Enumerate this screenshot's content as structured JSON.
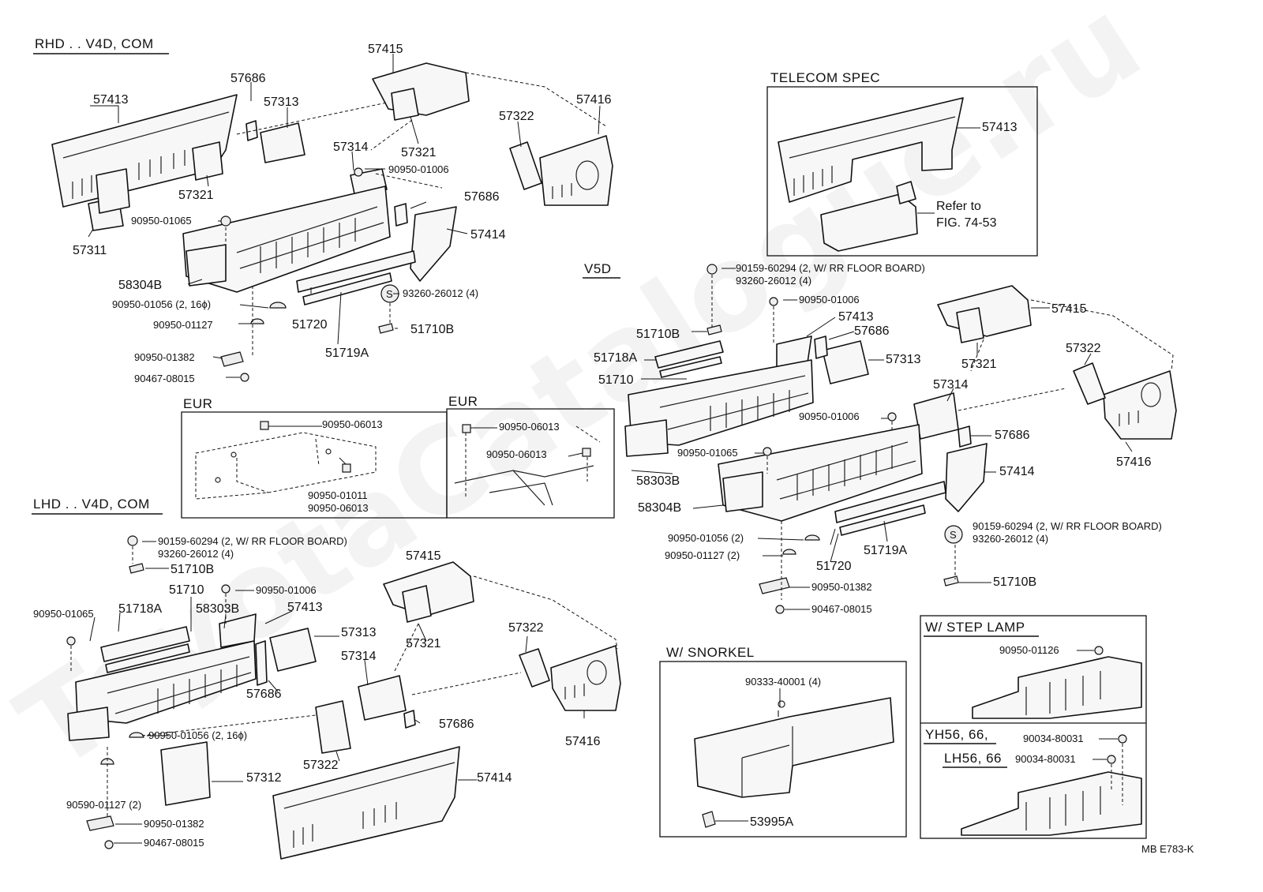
{
  "watermark": "ToyotaCatalogue.ru",
  "figure_code": "MB  E783-K",
  "sections": {
    "rhd": "RHD . . V4D, COM",
    "lhd": "LHD . . V4D, COM",
    "v5d": "V5D",
    "telecom": "TELECOM SPEC",
    "eur1": "EUR",
    "eur2": "EUR",
    "snorkel": "W/ SNORKEL",
    "step_lamp": "W/ STEP  LAMP",
    "yh": "YH56, 66,",
    "lh": "LH56, 66"
  },
  "rhd_labels": {
    "p57415": "57415",
    "p57686a": "57686",
    "p57413": "57413",
    "p57313": "57313",
    "p57416": "57416",
    "p57322": "57322",
    "p57321a": "57321",
    "p57314": "57314",
    "f90950_01006": "90950-01006",
    "p57321b": "57321",
    "p57686b": "57686",
    "f90950_01065": "90950-01065",
    "p57414": "57414",
    "p57311": "57311",
    "p58304b": "58304B",
    "f93260": "93260-26012 (4)",
    "f90950_01056": "90950-01056 (2, 16ϕ)",
    "f90950_01127": "90950-01127",
    "p51720": "51720",
    "p51710b": "51710B",
    "f90950_01382": "90950-01382",
    "p51719a": "51719A",
    "f90467": "90467-08015"
  },
  "telecom_labels": {
    "p57413": "57413",
    "refer1": "Refer to",
    "refer2": "FIG. 74-53"
  },
  "eur_labels": {
    "a1": "90950-06013",
    "a2": "90950-01011",
    "a3": "90950-06013",
    "b1": "90950-06013",
    "b2": "90950-06013"
  },
  "v5d_labels": {
    "f90159": "90159-60294 (2, W/ RR  FLOOR  BOARD)",
    "f93260": "93260-26012 (4)",
    "f90950_01006a": "90950-01006",
    "p57413": "57413",
    "p57415": "57415",
    "p51710b": "51710B",
    "p57686a": "57686",
    "p51718a": "51718A",
    "p57313": "57313",
    "p57322": "57322",
    "p57321": "57321",
    "p51710": "51710",
    "p57314": "57314",
    "f90950_01006b": "90950-01006",
    "p57686b": "57686",
    "p57416": "57416",
    "f90950_01065": "90950-01065",
    "p58303b": "58303B",
    "p57414": "57414",
    "p58304b": "58304B",
    "f90159b": "90159-60294 (2, W/ RR  FLOOR  BOARD)",
    "f90950_01056": "90950-01056 (2)",
    "f93260b": "93260-26012 (4)",
    "p51719a": "51719A",
    "f90950_01127": "90950-01127 (2)",
    "p51720": "51720",
    "p51710b2": "51710B",
    "f90950_01382": "90950-01382",
    "f90467": "90467-08015"
  },
  "lhd_labels": {
    "f90159": "90159-60294 (2, W/ RR  FLOOR  BOARD)",
    "f93260": "93260-26012 (4)",
    "p57415": "57415",
    "p51710b": "51710B",
    "p51710": "51710",
    "f90950_01006": "90950-01006",
    "f90950_01065": "90950-01065",
    "p51718a": "51718A",
    "p58303b": "58303B",
    "p57413": "57413",
    "p57313": "57313",
    "p57322a": "57322",
    "p57321": "57321",
    "p57314": "57314",
    "p57686a": "57686",
    "p57686b": "57686",
    "p57416": "57416",
    "f90950_01056": "90950-01056 (2, 16ϕ)",
    "p57322b": "57322",
    "p57312": "57312",
    "p57414": "57414",
    "f90590": "90590-01127 (2)",
    "f90950_01382": "90950-01382",
    "f90467": "90467-08015"
  },
  "snorkel_labels": {
    "f90333": "90333-40001 (4)",
    "p53995a": "53995A"
  },
  "step_labels": {
    "f90950_01126": "90950-01126",
    "f90034a": "90034-80031",
    "f90034b": "90034-80031"
  },
  "icons": {
    "s_marker": "circled-s-icon"
  },
  "s_marker_text": "S"
}
